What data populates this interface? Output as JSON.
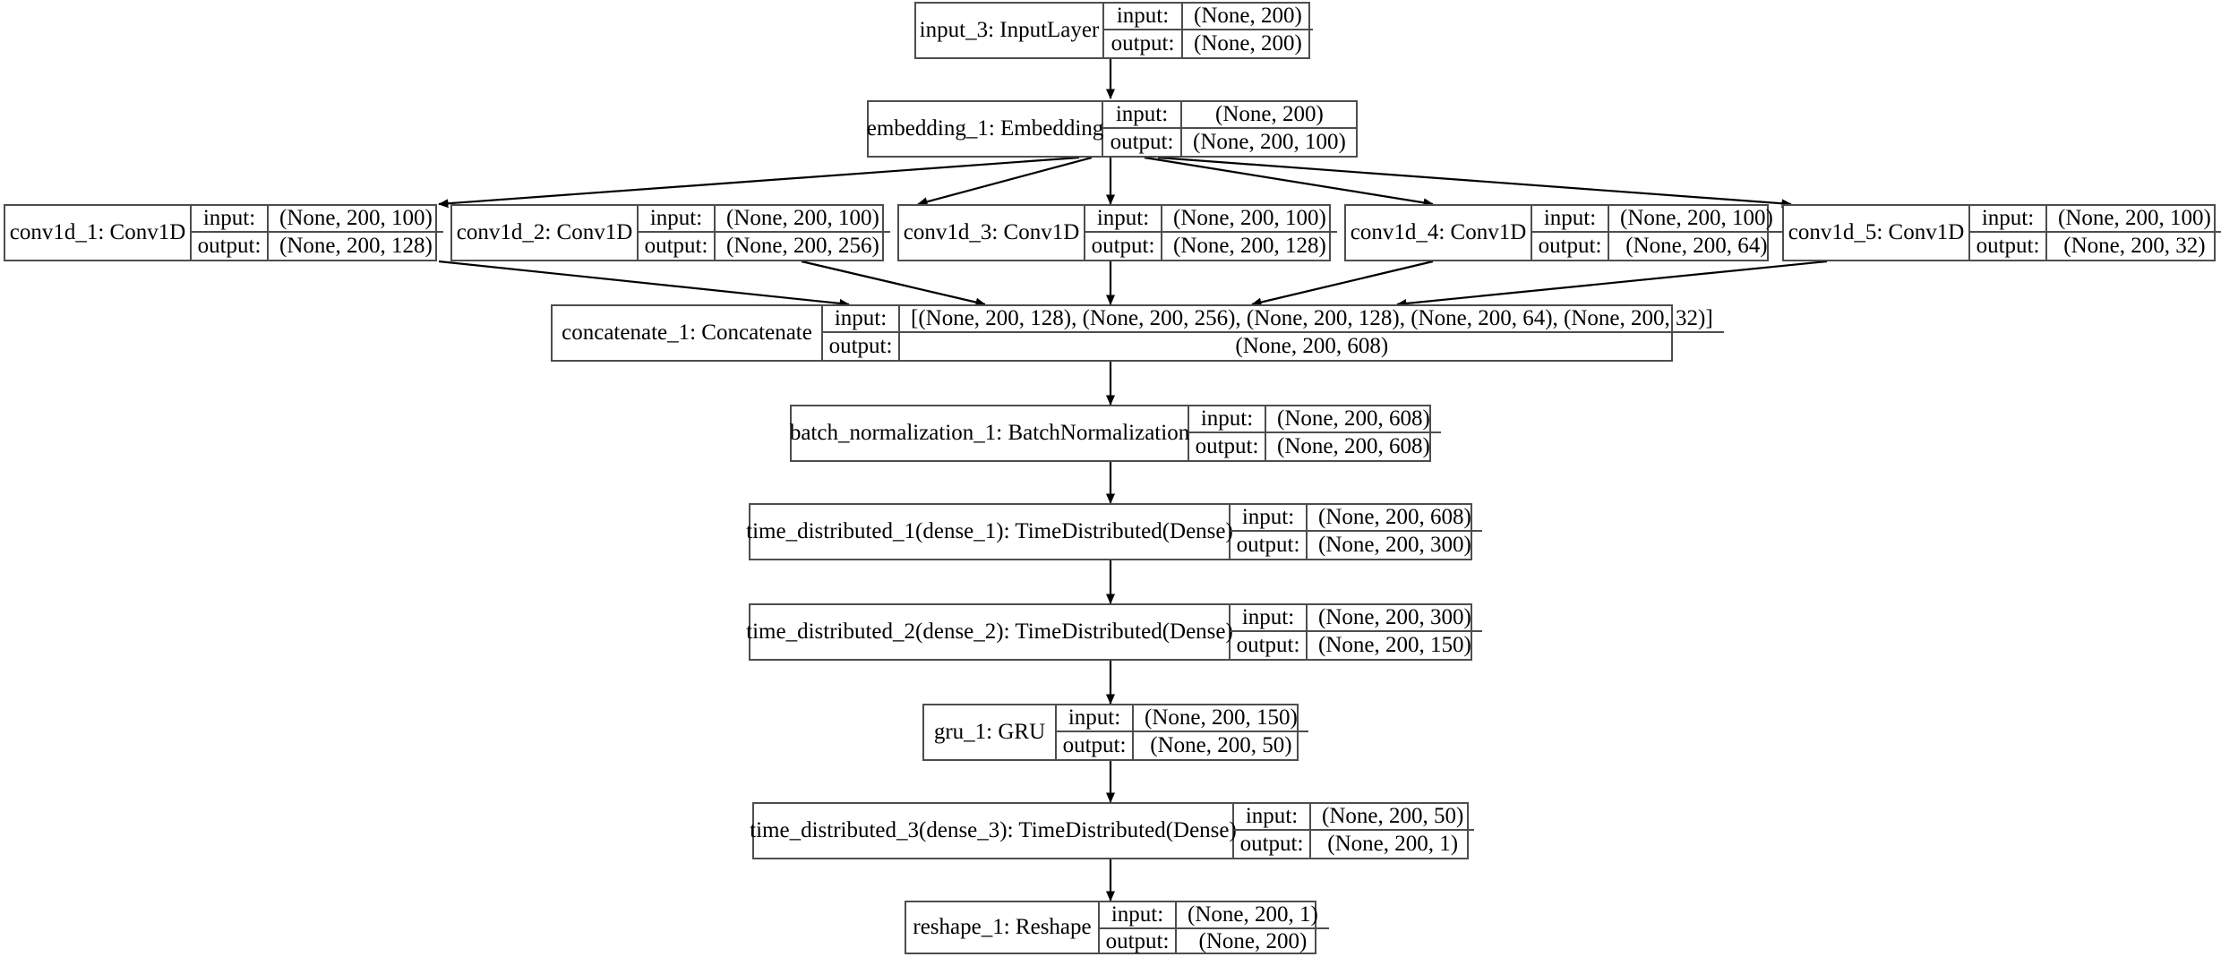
{
  "diagram": {
    "title": "Keras model graph",
    "type": "keras-plot-model",
    "orientation": "top-to-bottom",
    "colors": {
      "background": "#ffffff",
      "node_border": "#4d4d4d",
      "node_fill": "#ffffff",
      "edge": "#000000",
      "text": "#000000"
    },
    "io_labels": {
      "input": "input:",
      "output": "output:"
    }
  },
  "nodes": [
    {
      "id": "input_3",
      "label": "input_3: InputLayer",
      "input_shape": "(None, 200)",
      "output_shape": "(None, 200)"
    },
    {
      "id": "embedding_1",
      "label": "embedding_1: Embedding",
      "input_shape": "(None, 200)",
      "output_shape": "(None, 200, 100)"
    },
    {
      "id": "conv1d_1",
      "label": "conv1d_1: Conv1D",
      "input_shape": "(None, 200, 100)",
      "output_shape": "(None, 200, 128)"
    },
    {
      "id": "conv1d_2",
      "label": "conv1d_2: Conv1D",
      "input_shape": "(None, 200, 100)",
      "output_shape": "(None, 200, 256)"
    },
    {
      "id": "conv1d_3",
      "label": "conv1d_3: Conv1D",
      "input_shape": "(None, 200, 100)",
      "output_shape": "(None, 200, 128)"
    },
    {
      "id": "conv1d_4",
      "label": "conv1d_4: Conv1D",
      "input_shape": "(None, 200, 100)",
      "output_shape": "(None, 200, 64)"
    },
    {
      "id": "conv1d_5",
      "label": "conv1d_5: Conv1D",
      "input_shape": "(None, 200, 100)",
      "output_shape": "(None, 200, 32)"
    },
    {
      "id": "concatenate_1",
      "label": "concatenate_1: Concatenate",
      "input_shape": "[(None, 200, 128), (None, 200, 256), (None, 200, 128), (None, 200, 64), (None, 200, 32)]",
      "output_shape": "(None, 200, 608)"
    },
    {
      "id": "batch_normalization_1",
      "label": "batch_normalization_1: BatchNormalization",
      "input_shape": "(None, 200, 608)",
      "output_shape": "(None, 200, 608)"
    },
    {
      "id": "time_distributed_1",
      "label": "time_distributed_1(dense_1): TimeDistributed(Dense)",
      "input_shape": "(None, 200, 608)",
      "output_shape": "(None, 200, 300)"
    },
    {
      "id": "time_distributed_2",
      "label": "time_distributed_2(dense_2): TimeDistributed(Dense)",
      "input_shape": "(None, 200, 300)",
      "output_shape": "(None, 200, 150)"
    },
    {
      "id": "gru_1",
      "label": "gru_1: GRU",
      "input_shape": "(None, 200, 150)",
      "output_shape": "(None, 200, 50)"
    },
    {
      "id": "time_distributed_3",
      "label": "time_distributed_3(dense_3): TimeDistributed(Dense)",
      "input_shape": "(None, 200, 50)",
      "output_shape": "(None, 200, 1)"
    },
    {
      "id": "reshape_1",
      "label": "reshape_1: Reshape",
      "input_shape": "(None, 200, 1)",
      "output_shape": "(None, 200)"
    }
  ],
  "edges": [
    {
      "from": "input_3",
      "to": "embedding_1"
    },
    {
      "from": "embedding_1",
      "to": "conv1d_1"
    },
    {
      "from": "embedding_1",
      "to": "conv1d_2"
    },
    {
      "from": "embedding_1",
      "to": "conv1d_3"
    },
    {
      "from": "embedding_1",
      "to": "conv1d_4"
    },
    {
      "from": "embedding_1",
      "to": "conv1d_5"
    },
    {
      "from": "conv1d_1",
      "to": "concatenate_1"
    },
    {
      "from": "conv1d_2",
      "to": "concatenate_1"
    },
    {
      "from": "conv1d_3",
      "to": "concatenate_1"
    },
    {
      "from": "conv1d_4",
      "to": "concatenate_1"
    },
    {
      "from": "conv1d_5",
      "to": "concatenate_1"
    },
    {
      "from": "concatenate_1",
      "to": "batch_normalization_1"
    },
    {
      "from": "batch_normalization_1",
      "to": "time_distributed_1"
    },
    {
      "from": "time_distributed_1",
      "to": "time_distributed_2"
    },
    {
      "from": "time_distributed_2",
      "to": "gru_1"
    },
    {
      "from": "gru_1",
      "to": "time_distributed_3"
    },
    {
      "from": "time_distributed_3",
      "to": "reshape_1"
    }
  ]
}
